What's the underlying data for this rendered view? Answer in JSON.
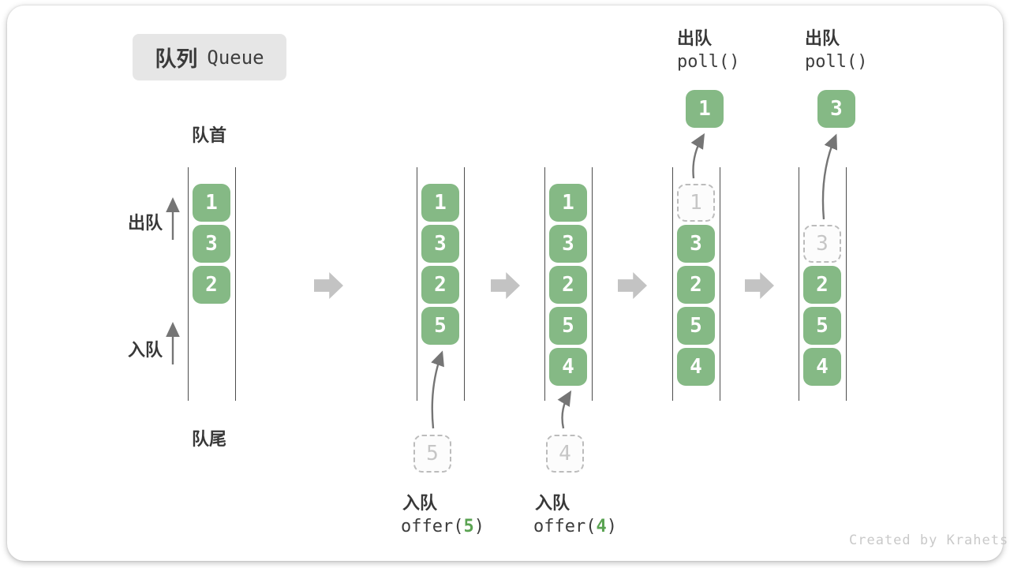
{
  "badge": {
    "zh": "队列",
    "en": "Queue"
  },
  "labels": {
    "front": "队首",
    "rear": "队尾",
    "dequeue": "出队",
    "enqueue": "入队"
  },
  "queues": {
    "q1": {
      "slots": [
        "1",
        "3",
        "2"
      ]
    },
    "q2": {
      "slots": [
        "1",
        "3",
        "2",
        "5"
      ],
      "staged": "5"
    },
    "q3": {
      "slots": [
        "1",
        "3",
        "2",
        "5",
        "4"
      ],
      "staged": "4"
    },
    "q4": {
      "removed": "1",
      "slots": [
        "3",
        "2",
        "5",
        "4"
      ],
      "popped": "1"
    },
    "q5": {
      "removed": "3",
      "slots": [
        "2",
        "5",
        "4"
      ],
      "popped": "3"
    }
  },
  "ops": {
    "enqueue1": {
      "label": "入队",
      "open": "offer(",
      "arg": "5",
      "close": ")"
    },
    "enqueue2": {
      "label": "入队",
      "open": "offer(",
      "arg": "4",
      "close": ")"
    },
    "dequeue1": {
      "label": "出队",
      "code": "poll()"
    },
    "dequeue2": {
      "label": "出队",
      "code": "poll()"
    }
  },
  "watermark": "Created by Krahets",
  "colors": {
    "box_green": "#85b985",
    "code_arg_green": "#5aa352",
    "block_arrow_gray": "#c3c3c3",
    "thin_arrow_gray": "#757575",
    "dashed_box_border": "#bcbcbc",
    "badge_bg": "#e6e6e6",
    "text_dark": "#3a3a3a",
    "watermark_gray": "#c9c9c9"
  }
}
